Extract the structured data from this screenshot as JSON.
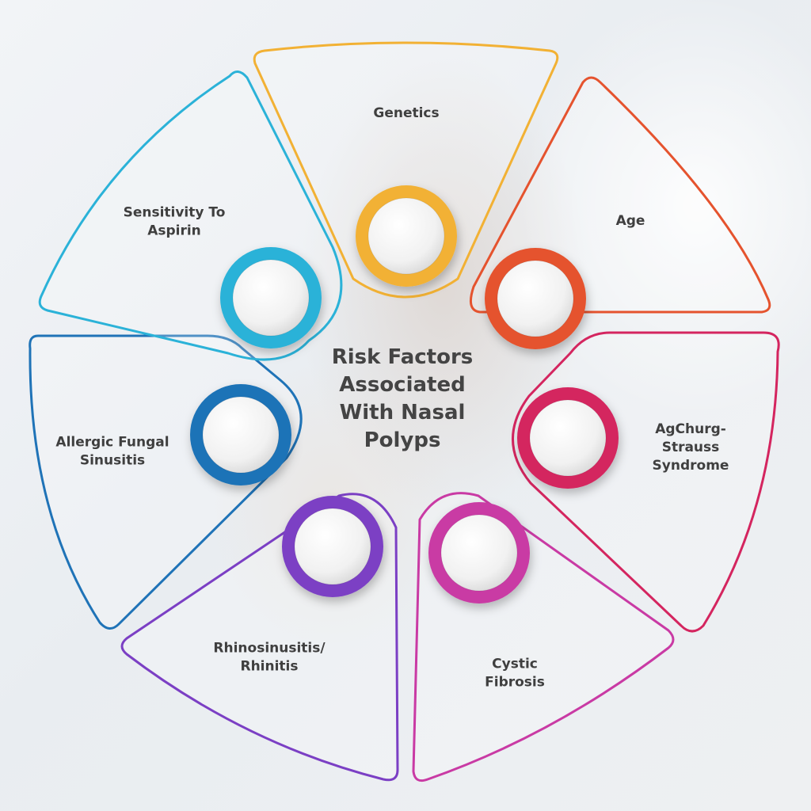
{
  "title": {
    "lines": [
      "Risk Factors",
      "Associated",
      "With Nasal",
      "Polyps"
    ]
  },
  "segments": [
    {
      "id": "genetics",
      "label_lines": [
        "Genetics"
      ],
      "color": "#f2b134"
    },
    {
      "id": "age",
      "label_lines": [
        "Age"
      ],
      "color": "#e5532e"
    },
    {
      "id": "churg-strauss",
      "label_lines": [
        "AgChurg-",
        "Strauss",
        "Syndrome"
      ],
      "color": "#d4255f"
    },
    {
      "id": "cystic-fibrosis",
      "label_lines": [
        "Cystic",
        "Fibrosis"
      ],
      "color": "#c93aa4"
    },
    {
      "id": "rhinosinusitis",
      "label_lines": [
        "Rhinosinusitis/",
        "Rhinitis"
      ],
      "color": "#7b3fc4"
    },
    {
      "id": "allergic-fungal",
      "label_lines": [
        "Allergic Fungal",
        "Sinusitis"
      ],
      "color": "#1f73b7"
    },
    {
      "id": "aspirin",
      "label_lines": [
        "Sensitivity To",
        "Aspirin"
      ],
      "color": "#2bb2d8"
    }
  ]
}
